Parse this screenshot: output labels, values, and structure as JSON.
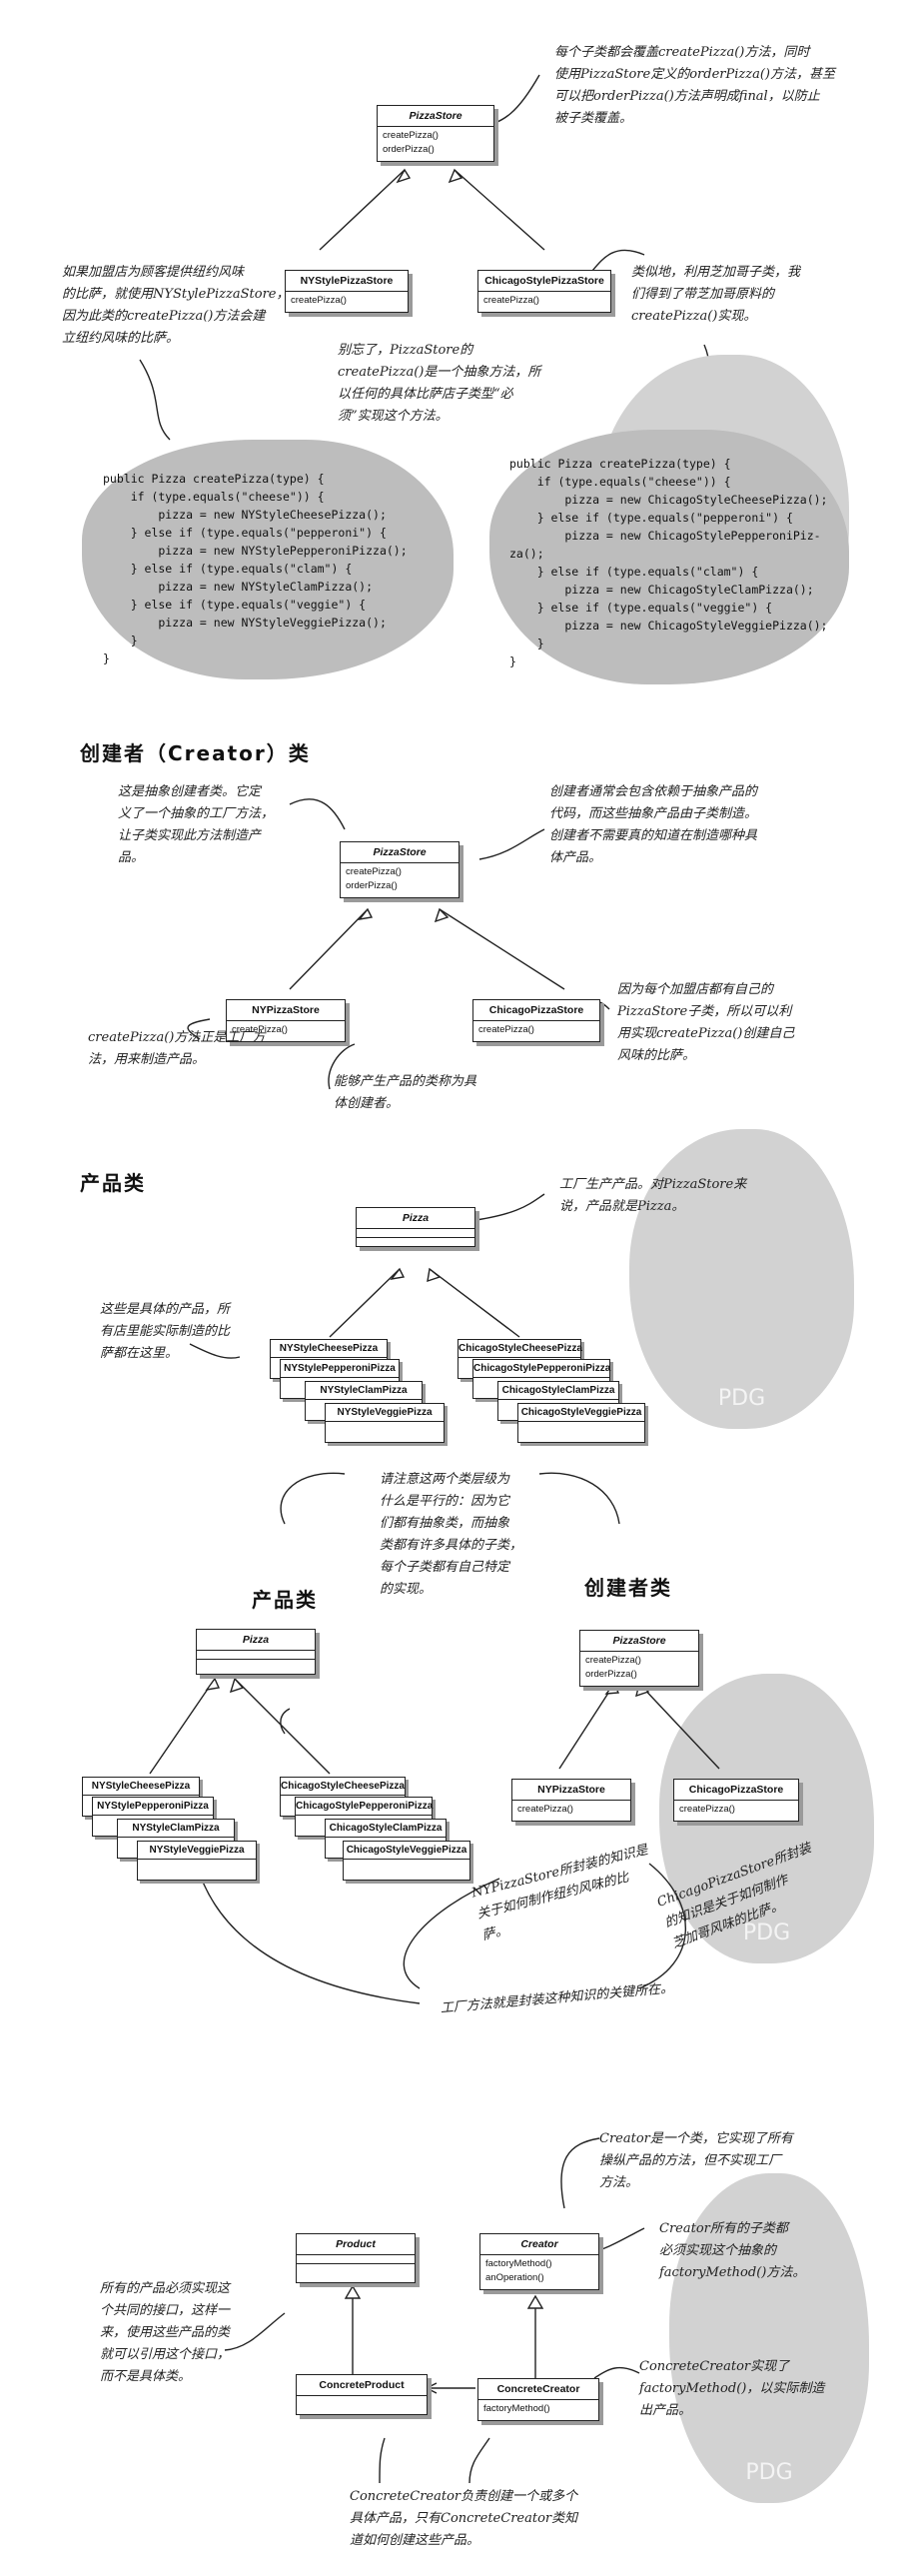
{
  "section1": {
    "classes": {
      "store": {
        "name": "PizzaStore",
        "ops": [
          "createPizza()",
          "orderPizza()"
        ]
      },
      "ny": {
        "name": "NYStylePizzaStore",
        "ops": [
          "createPizza()"
        ]
      },
      "chicago": {
        "name": "ChicagoStylePizzaStore",
        "ops": [
          "createPizza()"
        ]
      }
    },
    "notes": {
      "top_right": [
        "每个子类都会覆盖createPizza()方法，同时",
        "使用PizzaStore定义的orderPizza()方法，甚至",
        "可以把orderPizza()方法声明成final，以防止",
        "被子类覆盖。"
      ],
      "left": [
        "如果加盟店为顾客提供纽约风味",
        "的比萨，就使用NYStylePizzaStore，",
        "因为此类的createPizza()方法会建",
        "立纽约风味的比萨。"
      ],
      "right": [
        "类似地，利用芝加哥子类，我",
        "们得到了带芝加哥原料的",
        "createPizza()实现。"
      ],
      "middle": [
        "别忘了，PizzaStore的",
        "createPizza()是一个抽象方法，所",
        "以任何的具体比萨店子类型“必",
        "须”实现这个方法。"
      ]
    },
    "code_ny": "public Pizza createPizza(type) {\n    if (type.equals(\"cheese\")) {\n        pizza = new NYStyleCheesePizza();\n    } else if (type.equals(\"pepperoni\") {\n        pizza = new NYStylePepperoniPizza();\n    } else if (type.equals(\"clam\") {\n        pizza = new NYStyleClamPizza();\n    } else if (type.equals(\"veggie\") {\n        pizza = new NYStyleVeggiePizza();\n    }\n}",
    "code_chicago": "public Pizza createPizza(type) {\n    if (type.equals(\"cheese\")) {\n        pizza = new ChicagoStyleCheesePizza();\n    } else if (type.equals(\"pepperoni\") {\n        pizza = new ChicagoStylePepperoniPiz-\nza();\n    } else if (type.equals(\"clam\") {\n        pizza = new ChicagoStyleClamPizza();\n    } else if (type.equals(\"veggie\") {\n        pizza = new ChicagoStyleVeggiePizza();\n    }\n}"
  },
  "section2": {
    "heading": "创建者（Creator）类",
    "classes": {
      "store": {
        "name": "PizzaStore",
        "ops": [
          "createPizza()",
          "orderPizza()"
        ]
      },
      "ny": {
        "name": "NYPizzaStore",
        "ops": [
          "createPizza()"
        ]
      },
      "chicago": {
        "name": "ChicagoPizzaStore",
        "ops": [
          "createPizza()"
        ]
      }
    },
    "notes": {
      "top_left": [
        "这是抽象创建者类。它定",
        "义了一个抽象的工厂方法，",
        "让子类实现此方法制造产",
        "品。"
      ],
      "top_right": [
        "创建者通常会包含依赖于抽象产品的",
        "代码，而这些抽象产品由子类制造。",
        "创建者不需要真的知道在制造哪种具",
        "体产品。"
      ],
      "right": [
        "因为每个加盟店都有自己的",
        "PizzaStore子类，所以可以利",
        "用实现createPizza()创建自己",
        "风味的比萨。"
      ],
      "left": [
        "createPizza()方法正是工厂方",
        "法，用来制造产品。"
      ],
      "bottom": [
        "能够产生产品的类称为具",
        "体创建者。"
      ]
    }
  },
  "section3": {
    "heading": "产品类",
    "pizza": "Pizza",
    "ny_products": [
      "NYStyleCheesePizza",
      "NYStylePepperoniPizza",
      "NYStyleClamPizza",
      "NYStyleVeggiePizza"
    ],
    "chicago_products": [
      "ChicagoStyleCheesePizza",
      "ChicagoStylePepperoniPizza",
      "ChicagoStyleClamPizza",
      "ChicagoStyleVeggiePizza"
    ],
    "notes": {
      "right": [
        "工厂生产产品。对PizzaStore来",
        "说，产品就是Pizza。"
      ],
      "left": [
        "这些是具体的产品，所",
        "有店里能实际制造的比",
        "萨都在这里。"
      ]
    }
  },
  "section4": {
    "product_label": "产品类",
    "creator_label": "创建者类",
    "pizza": "Pizza",
    "store": {
      "name": "PizzaStore",
      "ops": [
        "createPizza()",
        "orderPizza()"
      ]
    },
    "ny_store": {
      "name": "NYPizzaStore",
      "ops": [
        "createPizza()"
      ]
    },
    "chicago_store": {
      "name": "ChicagoPizzaStore",
      "ops": [
        "createPizza()"
      ]
    },
    "ny_products": [
      "NYStyleCheesePizza",
      "NYStylePepperoniPizza",
      "NYStyleClamPizza",
      "NYStyleVeggiePizza"
    ],
    "chicago_products": [
      "ChicagoStyleCheesePizza",
      "ChicagoStylePepperoniPizza",
      "ChicagoStyleClamPizza",
      "ChicagoStyleVeggiePizza"
    ],
    "notes": {
      "top": [
        "请注意这两个类层级为",
        "什么是平行的：因为它",
        "们都有抽象类，而抽象",
        "类都有许多具体的子类，",
        "每个子类都有自己特定",
        "的实现。"
      ],
      "ny": [
        "NYPizzaStore所封装的知识是",
        "关于如何制作纽约风味的比",
        "萨。"
      ],
      "chicago": [
        "ChicagoPizzaStore所封装",
        "的知识是关于如何制作",
        "芝加哥风味的比萨。"
      ],
      "bottom": "工厂方法就是封装这种知识的关键所在。"
    }
  },
  "section5": {
    "product": {
      "name": "Product"
    },
    "creator": {
      "name": "Creator",
      "ops": [
        "factoryMethod()",
        "anOperation()"
      ]
    },
    "concrete_product": {
      "name": "ConcreteProduct"
    },
    "concrete_creator": {
      "name": "ConcreteCreator",
      "ops": [
        "factoryMethod()"
      ]
    },
    "notes": {
      "top_right": [
        "Creator是一个类，它实现了所有",
        "操纵产品的方法，但不实现工厂",
        "方法。"
      ],
      "right_mid": [
        "Creator所有的子类都",
        "必须实现这个抽象的",
        "factoryMethod()方法。"
      ],
      "left": [
        "所有的产品必须实现这",
        "个共同的接口，这样一",
        "来，使用这些产品的类",
        "就可以引用这个接口，",
        "而不是具体类。"
      ],
      "right_bottom": [
        "ConcreteCreator实现了",
        "factoryMethod()，以实际制造",
        "出产品。"
      ],
      "bottom": [
        "ConcreteCreator负责创建一个或多个",
        "具体产品，只有ConcreteCreator类知",
        "道如何创建这些产品。"
      ]
    }
  },
  "watermark": "PDG"
}
